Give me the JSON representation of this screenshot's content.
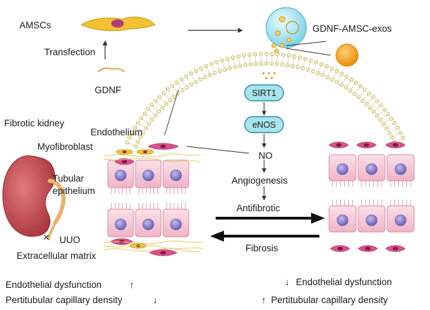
{
  "top": {
    "amscs": "AMSCs",
    "transfection": "Transfection",
    "gdnf": "GDNF",
    "exos": "GDNF-AMSC-exos"
  },
  "pathway": {
    "sirt1": "SIRT1",
    "enos": "eNOS",
    "no": "NO",
    "angiogenesis": "Angiogenesis",
    "antifibrotic": "Antifibrotic",
    "fibrosis": "Fibrosis"
  },
  "left": {
    "fibrotic_kidney": "Fibrotic kidney",
    "endothelium": "Endothelium",
    "myofibroblast": "Myofibroblast",
    "tubular": "Tubular",
    "epithelium": "epithelium",
    "uuo": "UUO",
    "ecm": "Extracellular matrix"
  },
  "bottom": {
    "left_dysfunction": "Endothelial dysfunction",
    "left_dysfunction_arrow": "↑",
    "left_capillary": "Pertitubular capillary density",
    "left_capillary_arrow": "↓",
    "right_dysfunction_arrow": "↓",
    "right_dysfunction": "Endothelial dysfunction",
    "right_capillary_arrow": "↑",
    "right_capillary": "Pertitubular capillary density"
  },
  "colors": {
    "membrane_bead": "#f4f0b0",
    "membrane_outline": "#a8a470",
    "pill_fill": "#a8e4ee",
    "pill_stroke": "#2c8fa0",
    "exosome": "#b8ecf6",
    "orange_particle": "#f29a12",
    "tubule_cell": "#f5cad6",
    "nucleus": "#8a7fc8",
    "endothelial_cell": "#d9508a",
    "kidney": "#c94b52",
    "stem_cell": "#e8b424"
  }
}
